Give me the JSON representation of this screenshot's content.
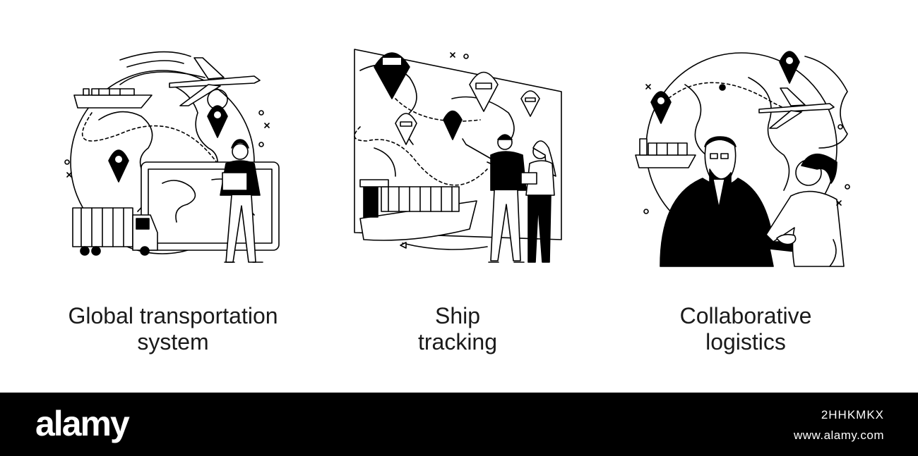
{
  "illustrations": [
    {
      "caption_line1": "Global transportation",
      "caption_line2": "system",
      "icon": "global-transportation-illustration"
    },
    {
      "caption_line1": "Ship",
      "caption_line2": "tracking",
      "icon": "ship-tracking-illustration"
    },
    {
      "caption_line1": "Collaborative",
      "caption_line2": "logistics",
      "icon": "collaborative-logistics-illustration"
    }
  ],
  "footer": {
    "logo": "alamy",
    "image_id": "2HHKMKX",
    "site": "www.alamy.com"
  },
  "colors": {
    "ink": "#000000",
    "background": "#ffffff",
    "footer": "#000000"
  }
}
